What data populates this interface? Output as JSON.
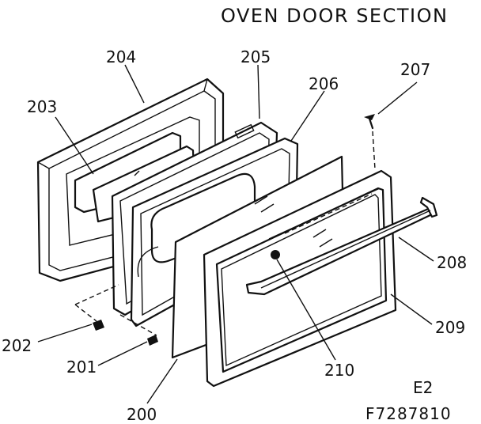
{
  "diagram": {
    "title": "OVEN DOOR SECTION",
    "page_code": "E2",
    "drawing_number": "F7287810",
    "parts": [
      {
        "id": "p204",
        "label": "204"
      },
      {
        "id": "p203",
        "label": "203"
      },
      {
        "id": "p205",
        "label": "205"
      },
      {
        "id": "p206",
        "label": "206"
      },
      {
        "id": "p207",
        "label": "207"
      },
      {
        "id": "p208",
        "label": "208"
      },
      {
        "id": "p209",
        "label": "209"
      },
      {
        "id": "p210",
        "label": "210"
      },
      {
        "id": "p202",
        "label": "202"
      },
      {
        "id": "p201",
        "label": "201"
      },
      {
        "id": "p200",
        "label": "200"
      }
    ]
  }
}
